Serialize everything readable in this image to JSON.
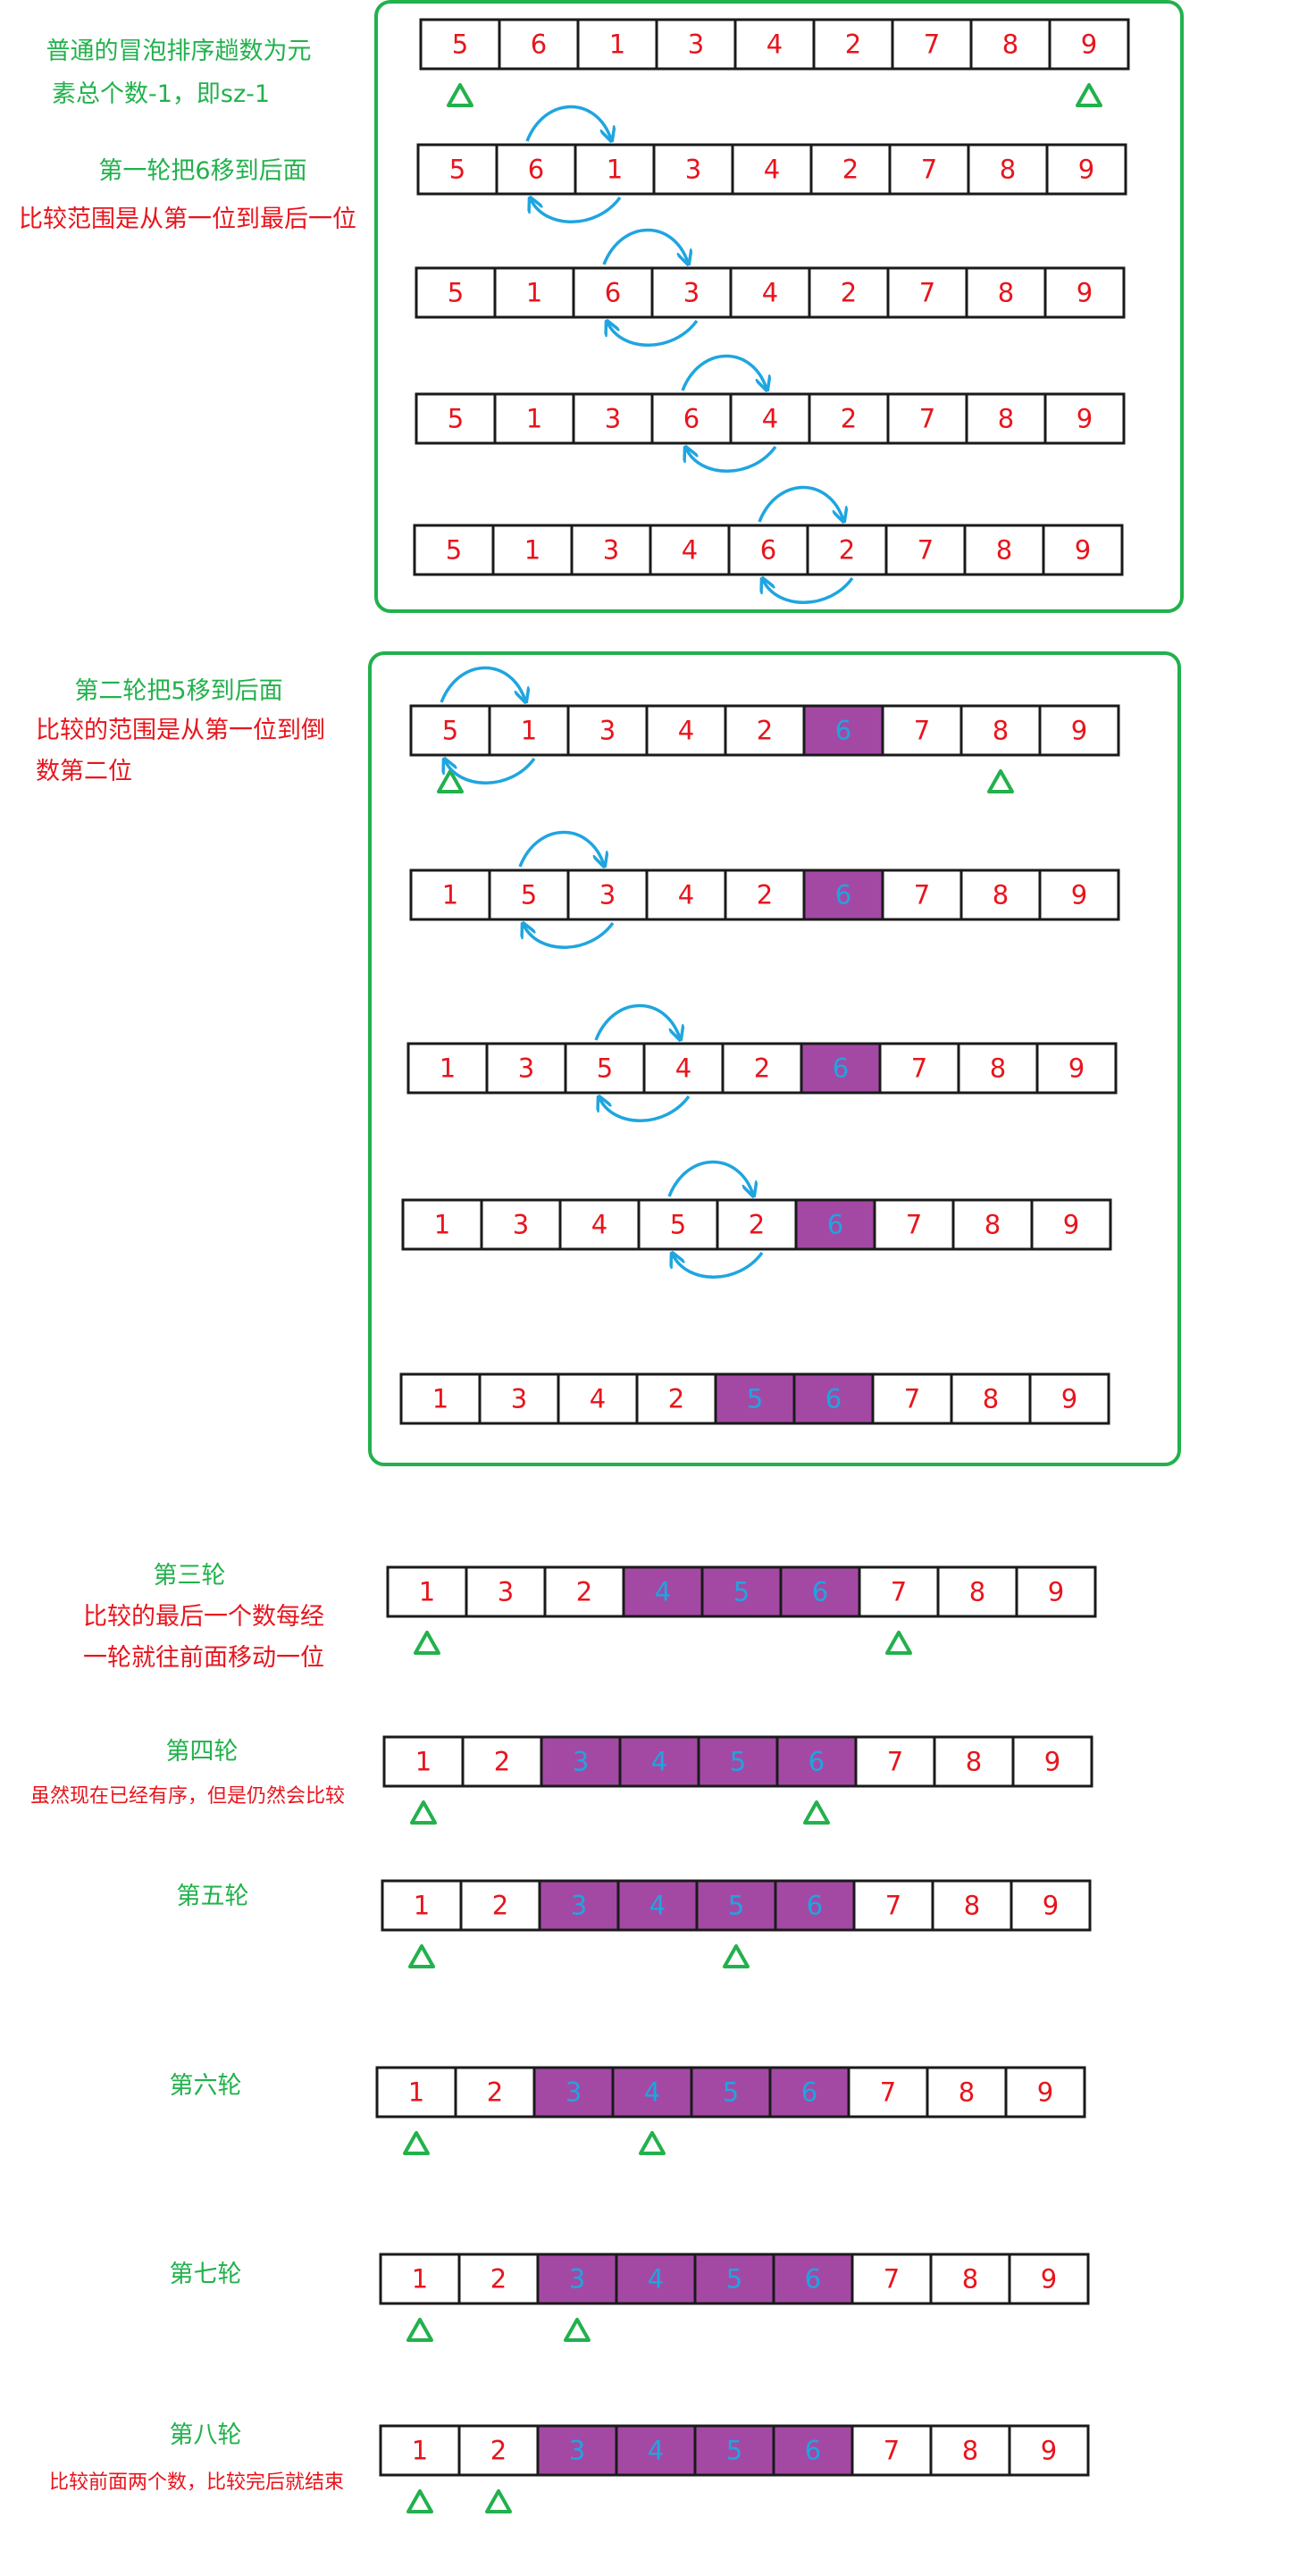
{
  "colors": {
    "green": "#22b14c",
    "red": "#e8141c",
    "blue": "#1fa5e0",
    "purple": "#a349a4",
    "cell_border": "#1a1a1a"
  },
  "notes": {
    "intro_line1": "普通的冒泡排序趟数为元",
    "intro_line2": "素总个数-1，即sz-1",
    "round1_title": "第一轮把6移到后面",
    "round1_range": "比较范围是从第一位到最后一位",
    "round2_title": "第二轮把5移到后面",
    "round2_range_line1": "比较的范围是从第一位到倒",
    "round2_range_line2": "数第二位",
    "round3_title": "第三轮",
    "round3_note_line1": "比较的最后一个数每经",
    "round3_note_line2": "一轮就往前面移动一位",
    "round4_title": "第四轮",
    "round4_note": "虽然现在已经有序，但是仍然会比较",
    "round5_title": "第五轮",
    "round6_title": "第六轮",
    "round7_title": "第七轮",
    "round8_title": "第八轮",
    "round8_note": "比较前面两个数，比较完后就结束"
  },
  "rows": [
    {
      "values": [
        "5",
        "6",
        "1",
        "3",
        "4",
        "2",
        "7",
        "8",
        "9"
      ],
      "sorted": [],
      "markers": [
        0,
        8
      ],
      "swap": null
    },
    {
      "values": [
        "5",
        "6",
        "1",
        "3",
        "4",
        "2",
        "7",
        "8",
        "9"
      ],
      "sorted": [],
      "markers": [],
      "swap": 1
    },
    {
      "values": [
        "5",
        "1",
        "6",
        "3",
        "4",
        "2",
        "7",
        "8",
        "9"
      ],
      "sorted": [],
      "markers": [],
      "swap": 2
    },
    {
      "values": [
        "5",
        "1",
        "3",
        "6",
        "4",
        "2",
        "7",
        "8",
        "9"
      ],
      "sorted": [],
      "markers": [],
      "swap": 3
    },
    {
      "values": [
        "5",
        "1",
        "3",
        "4",
        "6",
        "2",
        "7",
        "8",
        "9"
      ],
      "sorted": [],
      "markers": [],
      "swap": 4
    },
    {
      "values": [
        "5",
        "1",
        "3",
        "4",
        "2",
        "6",
        "7",
        "8",
        "9"
      ],
      "sorted": [
        5
      ],
      "markers": [
        0,
        7
      ],
      "swap": 0
    },
    {
      "values": [
        "1",
        "5",
        "3",
        "4",
        "2",
        "6",
        "7",
        "8",
        "9"
      ],
      "sorted": [
        5
      ],
      "markers": [],
      "swap": 1
    },
    {
      "values": [
        "1",
        "3",
        "5",
        "4",
        "2",
        "6",
        "7",
        "8",
        "9"
      ],
      "sorted": [
        5
      ],
      "markers": [],
      "swap": 2
    },
    {
      "values": [
        "1",
        "3",
        "4",
        "5",
        "2",
        "6",
        "7",
        "8",
        "9"
      ],
      "sorted": [
        5
      ],
      "markers": [],
      "swap": 3
    },
    {
      "values": [
        "1",
        "3",
        "4",
        "2",
        "5",
        "6",
        "7",
        "8",
        "9"
      ],
      "sorted": [
        4,
        5
      ],
      "markers": [],
      "swap": null
    },
    {
      "values": [
        "1",
        "3",
        "2",
        "4",
        "5",
        "6",
        "7",
        "8",
        "9"
      ],
      "sorted": [
        3,
        4,
        5
      ],
      "markers": [
        0,
        6
      ],
      "swap": null
    },
    {
      "values": [
        "1",
        "2",
        "3",
        "4",
        "5",
        "6",
        "7",
        "8",
        "9"
      ],
      "sorted": [
        2,
        3,
        4,
        5
      ],
      "markers": [
        0,
        5
      ],
      "swap": null
    },
    {
      "values": [
        "1",
        "2",
        "3",
        "4",
        "5",
        "6",
        "7",
        "8",
        "9"
      ],
      "sorted": [
        2,
        3,
        4,
        5
      ],
      "markers": [
        0,
        4
      ],
      "swap": null
    },
    {
      "values": [
        "1",
        "2",
        "3",
        "4",
        "5",
        "6",
        "7",
        "8",
        "9"
      ],
      "sorted": [
        2,
        3,
        4,
        5
      ],
      "markers": [
        0,
        3
      ],
      "swap": null
    },
    {
      "values": [
        "1",
        "2",
        "3",
        "4",
        "5",
        "6",
        "7",
        "8",
        "9"
      ],
      "sorted": [
        2,
        3,
        4,
        5
      ],
      "markers": [
        0,
        2
      ],
      "swap": null
    },
    {
      "values": [
        "1",
        "2",
        "3",
        "4",
        "5",
        "6",
        "7",
        "8",
        "9"
      ],
      "sorted": [
        2,
        3,
        4,
        5
      ],
      "markers": [
        0,
        1
      ],
      "swap": null
    }
  ]
}
